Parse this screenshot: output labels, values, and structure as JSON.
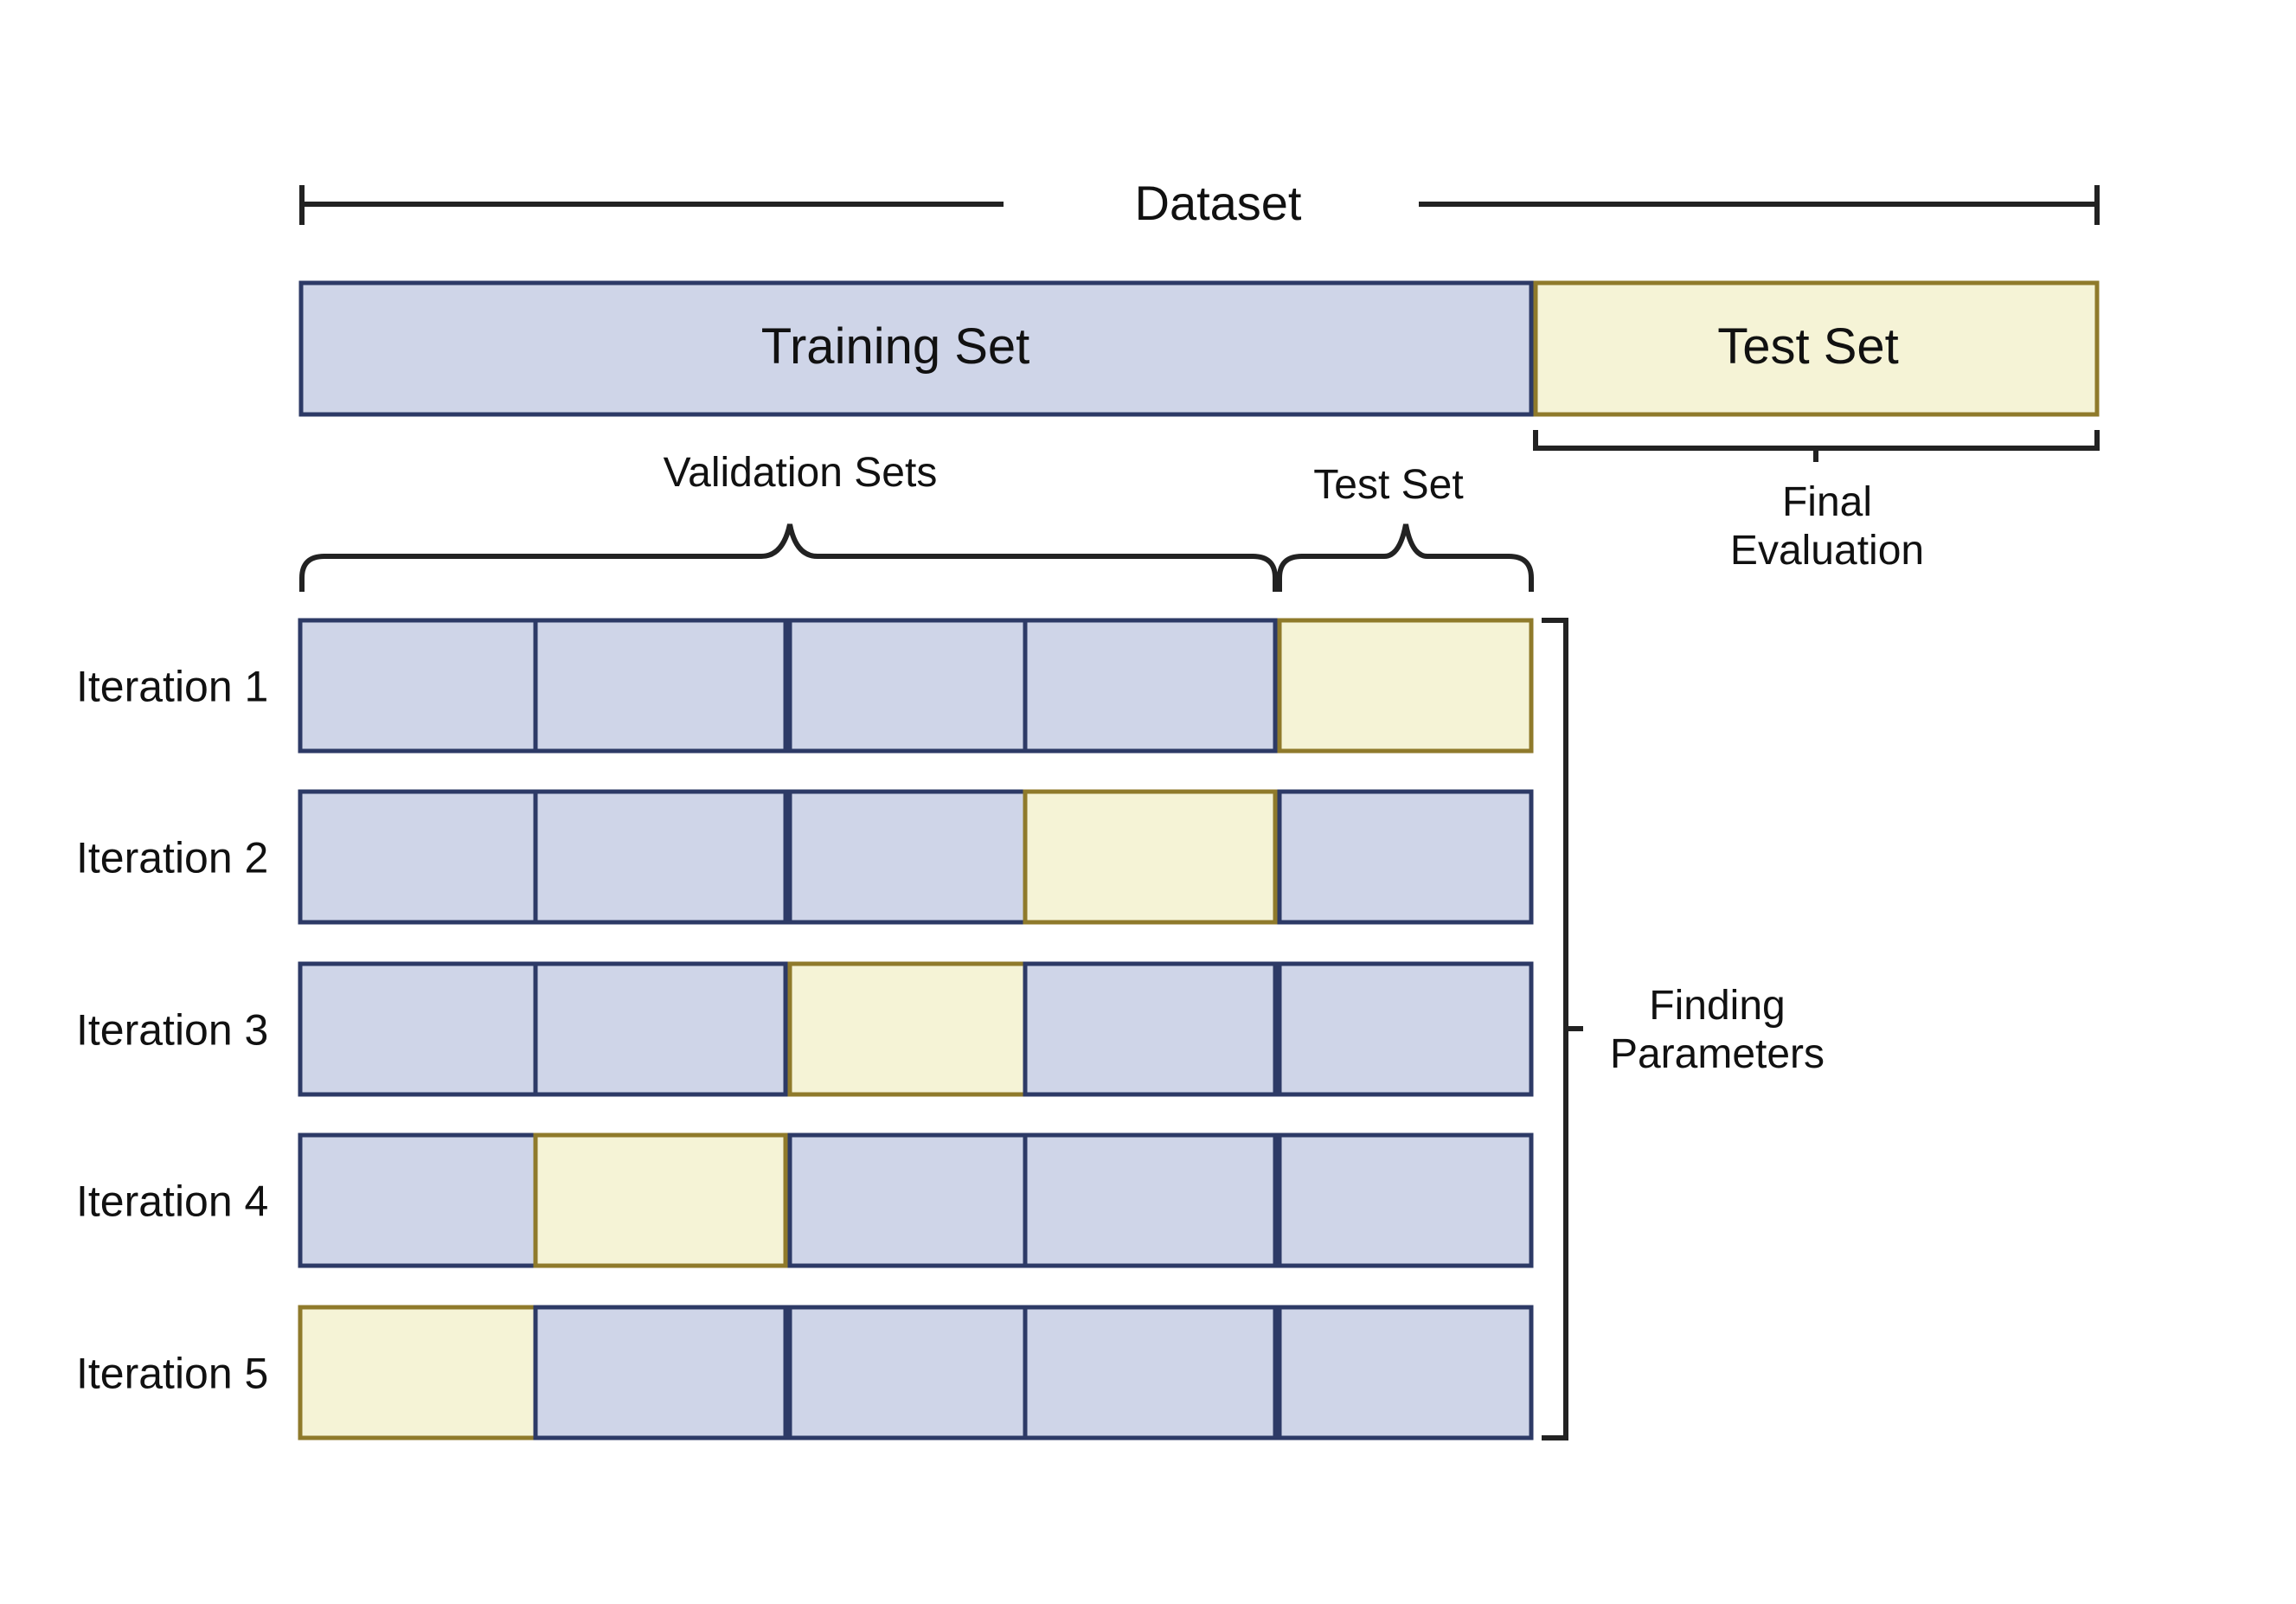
{
  "header": {
    "dataset_label": "Dataset"
  },
  "top_bar": {
    "training_label": "Training Set",
    "test_label": "Test Set"
  },
  "annotations": {
    "validation_sets": "Validation Sets",
    "test_set": "Test Set",
    "final_line1": "Final",
    "final_line2": "Evaluation",
    "finding_line1": "Finding",
    "finding_line2": "Parameters"
  },
  "iterations": [
    {
      "label": "Iteration 1",
      "test_fold": 5
    },
    {
      "label": "Iteration 2",
      "test_fold": 4
    },
    {
      "label": "Iteration 3",
      "test_fold": 3
    },
    {
      "label": "Iteration 4",
      "test_fold": 2
    },
    {
      "label": "Iteration 5",
      "test_fold": 1
    }
  ],
  "colors": {
    "training_fill": "#cfd5e8",
    "training_stroke": "#2d3a66",
    "test_fill": "#f5f3d6",
    "test_stroke": "#8f7a2b",
    "line": "#222222"
  }
}
